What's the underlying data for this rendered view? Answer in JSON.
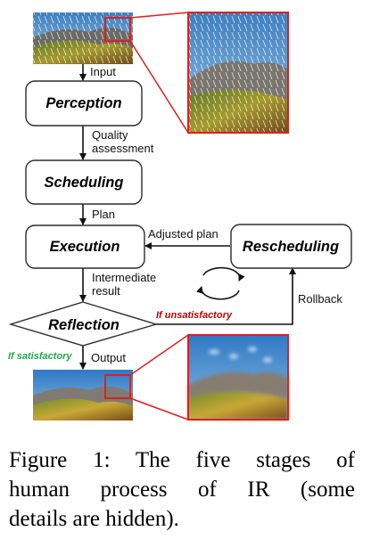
{
  "colors": {
    "box_border": "#2b2b2b",
    "zoom_frame": "#e01f1f",
    "condition_fail": "#c00000",
    "condition_pass": "#1fa84b"
  },
  "diagram": {
    "nodes": {
      "perception": "Perception",
      "scheduling": "Scheduling",
      "execution": "Execution",
      "rescheduling": "Rescheduling",
      "reflection": "Reflection"
    },
    "edges": {
      "input": "Input",
      "quality_line1": "Quality",
      "quality_line2": "assessment",
      "plan": "Plan",
      "adjusted_plan": "Adjusted plan",
      "intermediate_line1": "Intermediate",
      "intermediate_line2": "result",
      "rollback": "Rollback",
      "output": "Output"
    },
    "conditions": {
      "unsatisfactory": "If unsatisfactory",
      "satisfactory": "If satisfactory"
    },
    "icons": {
      "cycle": "cycle-arrows-icon"
    }
  },
  "caption": {
    "lines": [
      "Figure 1:  The five stages of",
      "human process of IR (some",
      "details are hidden)."
    ]
  }
}
